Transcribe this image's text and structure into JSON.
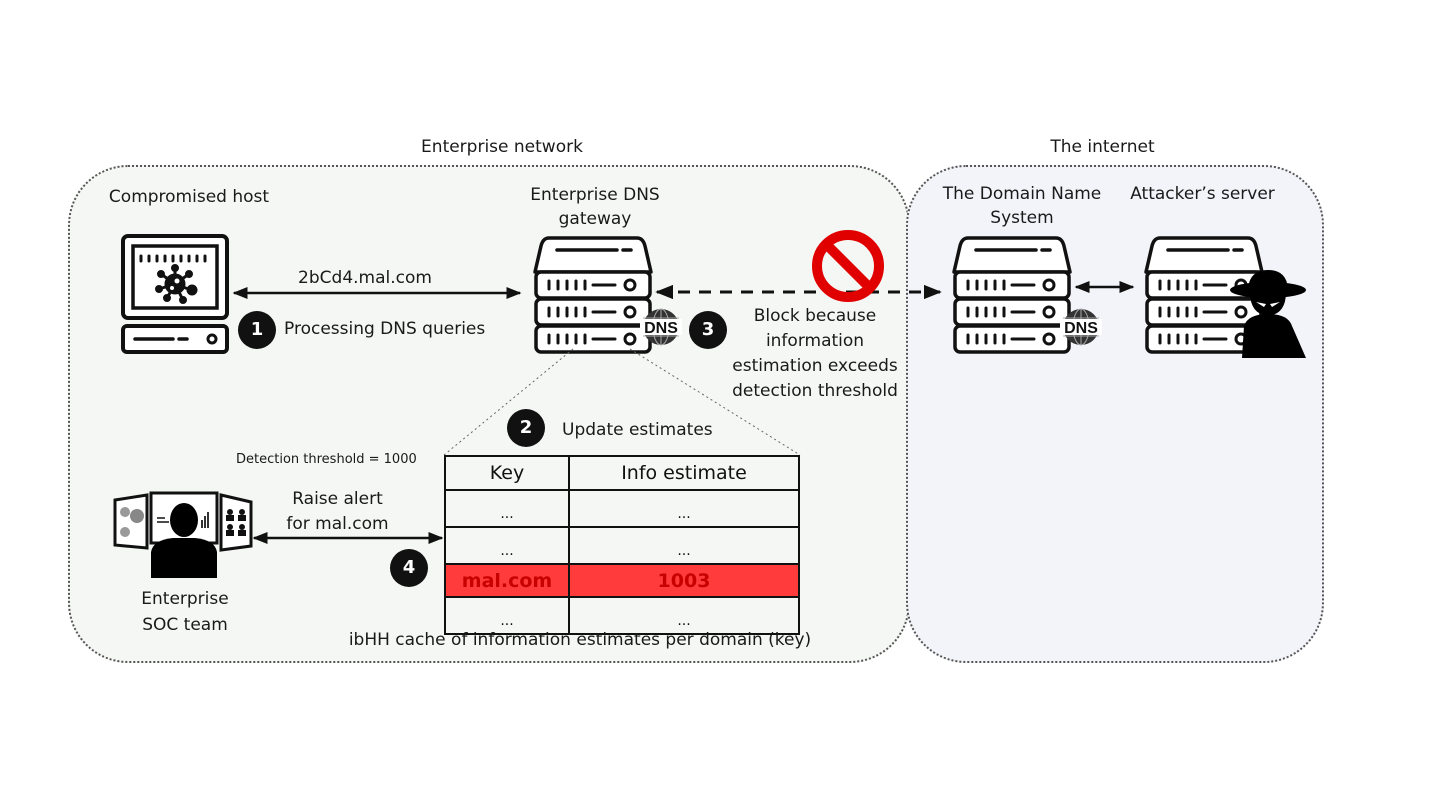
{
  "zones": {
    "enterprise": {
      "title": "Enterprise network"
    },
    "internet": {
      "title": "The internet"
    }
  },
  "nodes": {
    "compromised_host": {
      "label": "Compromised host",
      "icon": "infected-computer-icon"
    },
    "dns_gateway": {
      "label_line1": "Enterprise DNS",
      "label_line2": "gateway",
      "icon": "server-icon",
      "badge": "DNS"
    },
    "dns_system": {
      "label_line1": "The Domain Name",
      "label_line2": "System",
      "icon": "server-icon",
      "badge": "DNS"
    },
    "attacker_server": {
      "label": "Attacker’s server",
      "icon": "server-with-hacker-icon"
    },
    "soc_team": {
      "label_line1": "Enterprise",
      "label_line2": "SOC team",
      "icon": "analyst-at-monitors-icon"
    }
  },
  "edges": {
    "query": {
      "label": "2bCd4.mal.com"
    },
    "alert": {
      "label_line1": "Raise alert",
      "label_line2": "for mal.com"
    }
  },
  "steps": [
    {
      "number": "1",
      "text": "Processing DNS queries"
    },
    {
      "number": "2",
      "text": "Update estimates"
    },
    {
      "number": "3",
      "text_lines": [
        "Block because",
        "information",
        "estimation exceeds",
        "detection threshold"
      ]
    },
    {
      "number": "4",
      "text": ""
    }
  ],
  "threshold": {
    "text": "Detection threshold = 1000"
  },
  "cache": {
    "caption": "ibHH cache of information estimates per domain (key)",
    "headers": [
      "Key",
      "Info estimate"
    ],
    "rows": [
      {
        "key": "...",
        "value": "...",
        "highlight": false
      },
      {
        "key": "...",
        "value": "...",
        "highlight": false
      },
      {
        "key": "mal.com",
        "value": "1003",
        "highlight": true
      },
      {
        "key": "...",
        "value": "...",
        "highlight": false
      }
    ]
  },
  "colors": {
    "highlight_row": "#ff3b3b",
    "highlight_text": "#c80000",
    "block_sign": "#e00000",
    "enterprise_bg": "#f4f7f3",
    "internet_bg": "#f3f4f9"
  }
}
